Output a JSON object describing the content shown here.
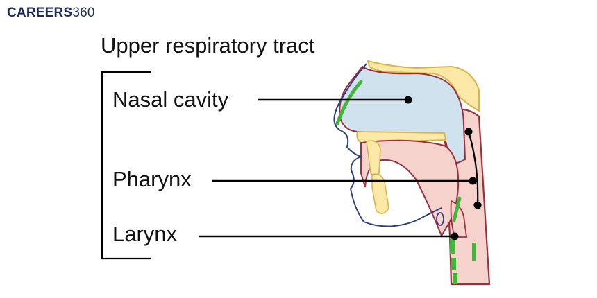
{
  "brand": {
    "part1": "CAREERS",
    "part2": "360"
  },
  "title": "Upper respiratory tract",
  "labels": {
    "nasal_cavity": "Nasal cavity",
    "pharynx": "Pharynx",
    "larynx": "Larynx"
  },
  "colors": {
    "airway_fill": "#cfe2ee",
    "bone_fill": "#fbe8a6",
    "bone_stroke": "#d6b54a",
    "tissue_fill": "#f6d2cc",
    "tissue_stroke": "#9b2f3e",
    "outline_blue": "#2f3f7f",
    "mucosa_green": "#43b53a",
    "leader_line": "#000000"
  }
}
